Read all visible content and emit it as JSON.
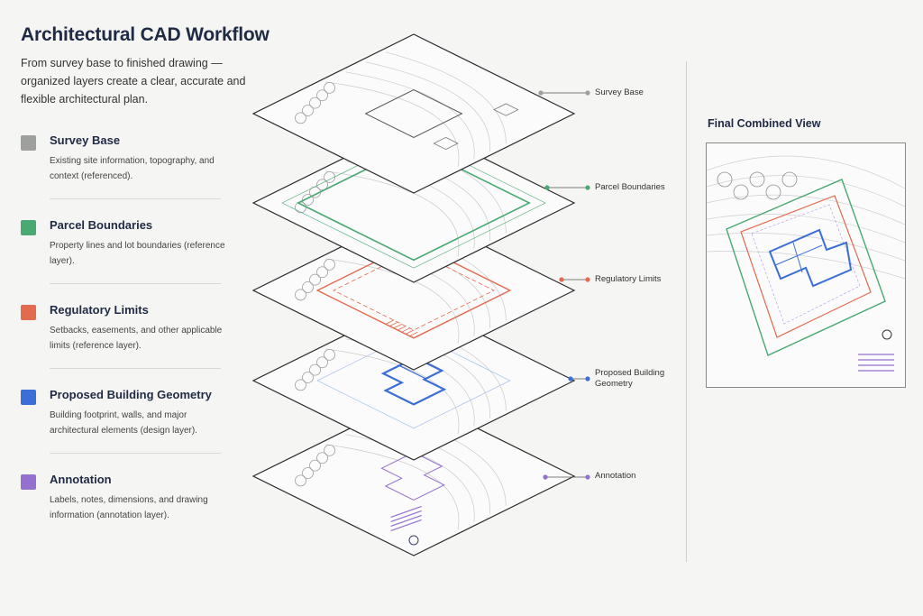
{
  "title": "Architectural CAD Workflow",
  "subtitle": "From survey base to finished drawing — organized layers create a clear, accurate and flexible architectural plan.",
  "colors": {
    "survey": "#9ea09f",
    "parcel": "#4aa873",
    "regulatory": "#e26a4f",
    "building": "#3b6fd6",
    "annotation": "#9470cf",
    "outline": "#2a2a2a"
  },
  "legend": [
    {
      "name": "Survey Base",
      "desc": "Existing site information, topography, and context (referenced).",
      "color": "#9ea09f"
    },
    {
      "name": "Parcel Boundaries",
      "desc": "Property lines and lot boundaries (reference layer).",
      "color": "#4aa873"
    },
    {
      "name": "Regulatory Limits",
      "desc": "Setbacks, easements, and other applicable limits (reference layer).",
      "color": "#e26a4f"
    },
    {
      "name": "Proposed Building Geometry",
      "desc": "Building footprint, walls, and major architectural elements (design layer).",
      "color": "#3b6fd6"
    },
    {
      "name": "Annotation",
      "desc": "Labels, notes, dimensions, and drawing information (annotation layer).",
      "color": "#9470cf"
    }
  ],
  "callouts": [
    "Survey Base",
    "Parcel Boundaries",
    "Regulatory Limits",
    "Proposed Building\nGeometry",
    "Annotation"
  ],
  "final_view": {
    "title": "Final Combined View"
  }
}
